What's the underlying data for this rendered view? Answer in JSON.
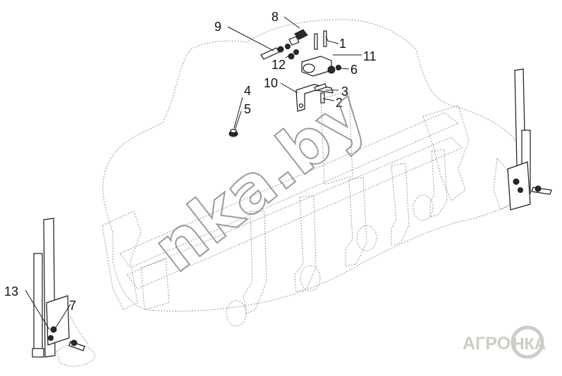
{
  "callouts": [
    {
      "id": "1",
      "text": "1"
    },
    {
      "id": "2",
      "text": "2"
    },
    {
      "id": "3",
      "text": "3"
    },
    {
      "id": "4",
      "text": "4"
    },
    {
      "id": "5",
      "text": "5"
    },
    {
      "id": "6",
      "text": "6"
    },
    {
      "id": "7",
      "text": "7"
    },
    {
      "id": "8",
      "text": "8"
    },
    {
      "id": "9",
      "text": "9"
    },
    {
      "id": "10",
      "text": "10"
    },
    {
      "id": "11",
      "text": "11"
    },
    {
      "id": "12",
      "text": "12"
    },
    {
      "id": "13",
      "text": "13"
    }
  ],
  "watermark": {
    "text": "nka.by"
  },
  "logo": {
    "left": "АГРО",
    "right": "НКА"
  },
  "colors": {
    "ink": "#1a1a1a",
    "ghost": "#9a9a9a",
    "logo": "#c9cfc4"
  }
}
